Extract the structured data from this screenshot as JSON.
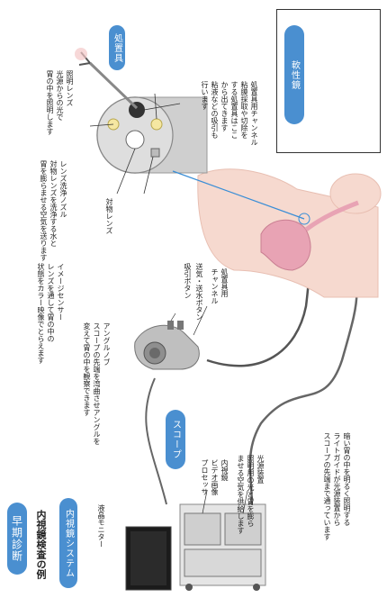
{
  "header": {
    "early_diagnosis": "早期診断",
    "exam_example": "内視鏡検査の例",
    "endoscope_system": "内視鏡システム",
    "scope": "スコープ",
    "flexible_scope": "軟性鏡",
    "forceps_tool": "処置具"
  },
  "labels": {
    "monitor": "液晶モニター",
    "video_processor": "内視鏡\nビデオ画像\nプロセッサ",
    "light_source": "光源装置\n照明用の光と胃を膨ら\nませる空気を供給します",
    "light_guide": "暗い胃の中を明るく照明する\nライトガイドが光源装置から\nスコープの先端まで通っています",
    "angle_knob": "アングルノブ\nスコープの先端を湾曲させアングルを\n変えて胃の中を観察できます",
    "suction_button": "吸引ボタン",
    "air_water_button": "送気・送水ボタン",
    "forceps_channel_mid": "処置具用\nチャンネル",
    "image_sensor": "イメージセンサー\nレンズを通して胃の中の\n状態をカラー映像でとらえます",
    "objective_lens": "対物レンズ",
    "nozzle": "レンズ洗浄ノズル\n対物レンズを洗浄する水と\n胃を膨らませる空気を送ります",
    "illumination_lens": "照明レンズ\n光源からの光で\n胃の中を照明します",
    "forceps_channel_tip": "処置具用チャンネル\n粘膜採取や切除を\nする処置具はここ\nから出てきます\n粘液などの吸引も\n行います"
  },
  "colors": {
    "accent_blue": "#4a8fd0",
    "skin": "#f6d9cf",
    "stomach": "#e8a3b4",
    "cable": "#555555"
  }
}
